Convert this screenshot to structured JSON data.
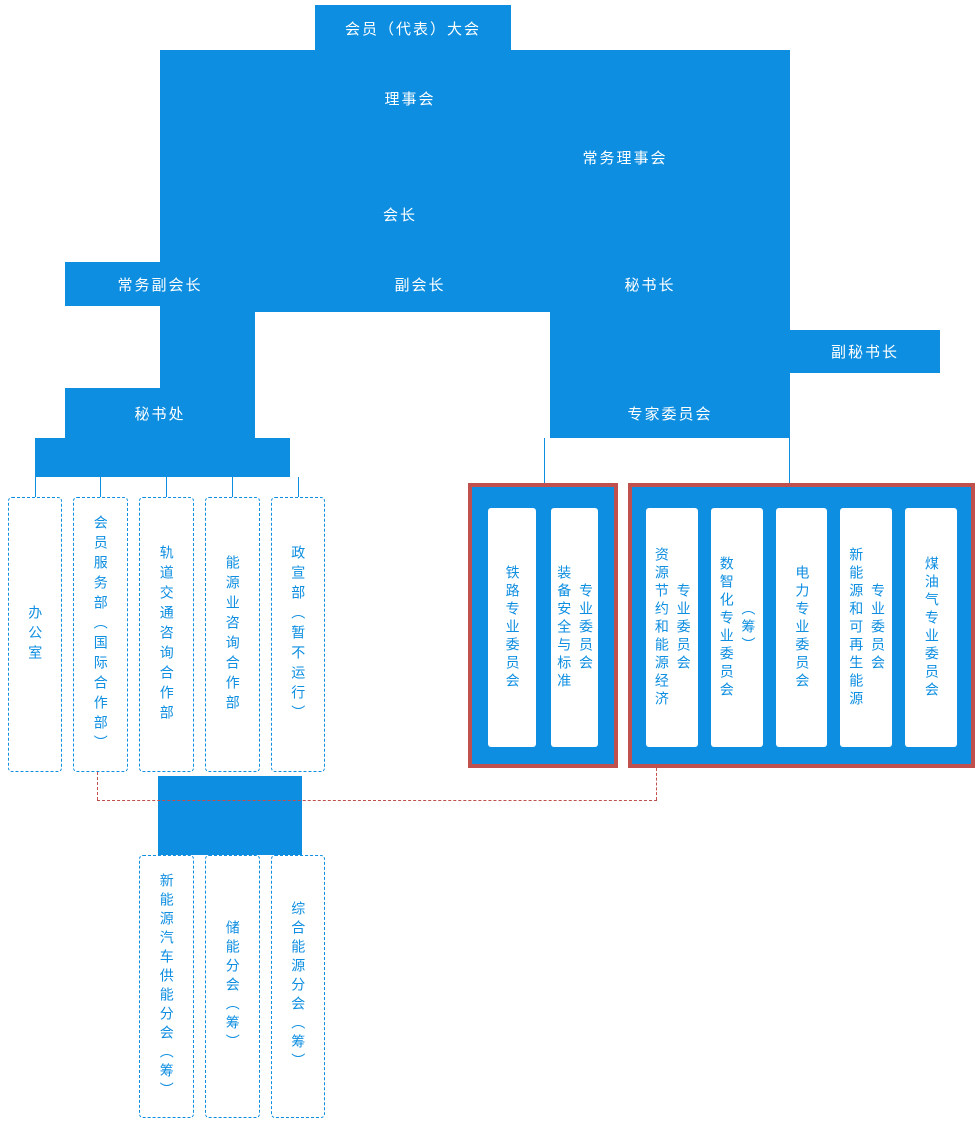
{
  "colors": {
    "blue": "#0d8ee0",
    "red": "#c0504d"
  },
  "governance": {
    "assembly": "会员（代表）大会",
    "council": "理事会",
    "standing_council": "常务理事会",
    "president": "会长",
    "executive_vice_president": "常务副会长",
    "vice_president": "副会长",
    "secretary_general": "秘书长",
    "deputy_secretary_general": "副秘书长",
    "secretariat": "秘书处",
    "expert_committee": "专家委员会"
  },
  "departments": [
    {
      "label": "办公室"
    },
    {
      "label": "会员服务部（国际合作部）"
    },
    {
      "label": "轨道交通咨询合作部"
    },
    {
      "label": "能源业咨询合作部"
    },
    {
      "label": "政宣部（暂不运行）"
    }
  ],
  "committee_groups": [
    {
      "items": [
        {
          "label": "铁路专业委员会"
        },
        {
          "label": "装备安全与标准\n专业委员会"
        }
      ]
    },
    {
      "items": [
        {
          "label": "资源节约和能源经济\n专业委员会"
        },
        {
          "label": "数智化专业委员会\n（筹）"
        },
        {
          "label": "电力专业委员会"
        },
        {
          "label": "新能源和可再生能源\n专业委员会"
        },
        {
          "label": "煤油气专业委员会"
        }
      ]
    }
  ],
  "branches": [
    {
      "label": "新能源汽车供能分会（筹）"
    },
    {
      "label": "储能分会（筹）"
    },
    {
      "label": "综合能源分会（筹）"
    }
  ]
}
